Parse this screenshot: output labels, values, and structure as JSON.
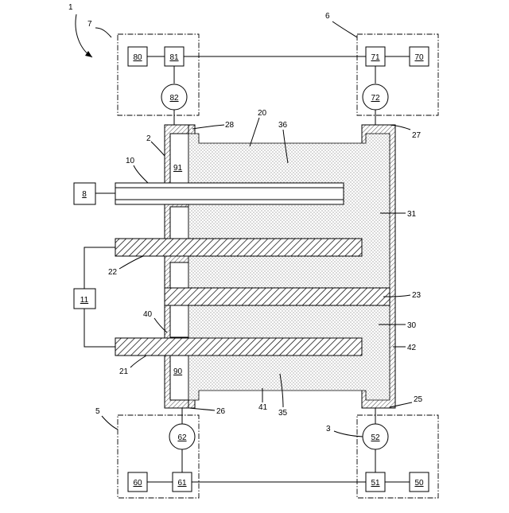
{
  "labels": {
    "l1": "1",
    "l2": "2",
    "l3": "3",
    "l5": "5",
    "l6": "6",
    "l7": "7",
    "l8": "8",
    "l10": "10",
    "l11": "11",
    "l20": "20",
    "l21": "21",
    "l22": "22",
    "l23": "23",
    "l25": "25",
    "l26": "26",
    "l27": "27",
    "l28": "28",
    "l30": "30",
    "l31": "31",
    "l35": "35",
    "l36": "36",
    "l40": "40",
    "l41": "41",
    "l42": "42",
    "l50": "50",
    "l51": "51",
    "l52": "52",
    "l60": "60",
    "l61": "61",
    "l62": "62",
    "l70": "70",
    "l71": "71",
    "l72": "72",
    "l80": "80",
    "l81": "81",
    "l82": "82",
    "l90": "90",
    "l91": "91"
  },
  "colors": {
    "line": "#000000",
    "fill": "#ffffff",
    "stipple": "#9a9a9a"
  }
}
